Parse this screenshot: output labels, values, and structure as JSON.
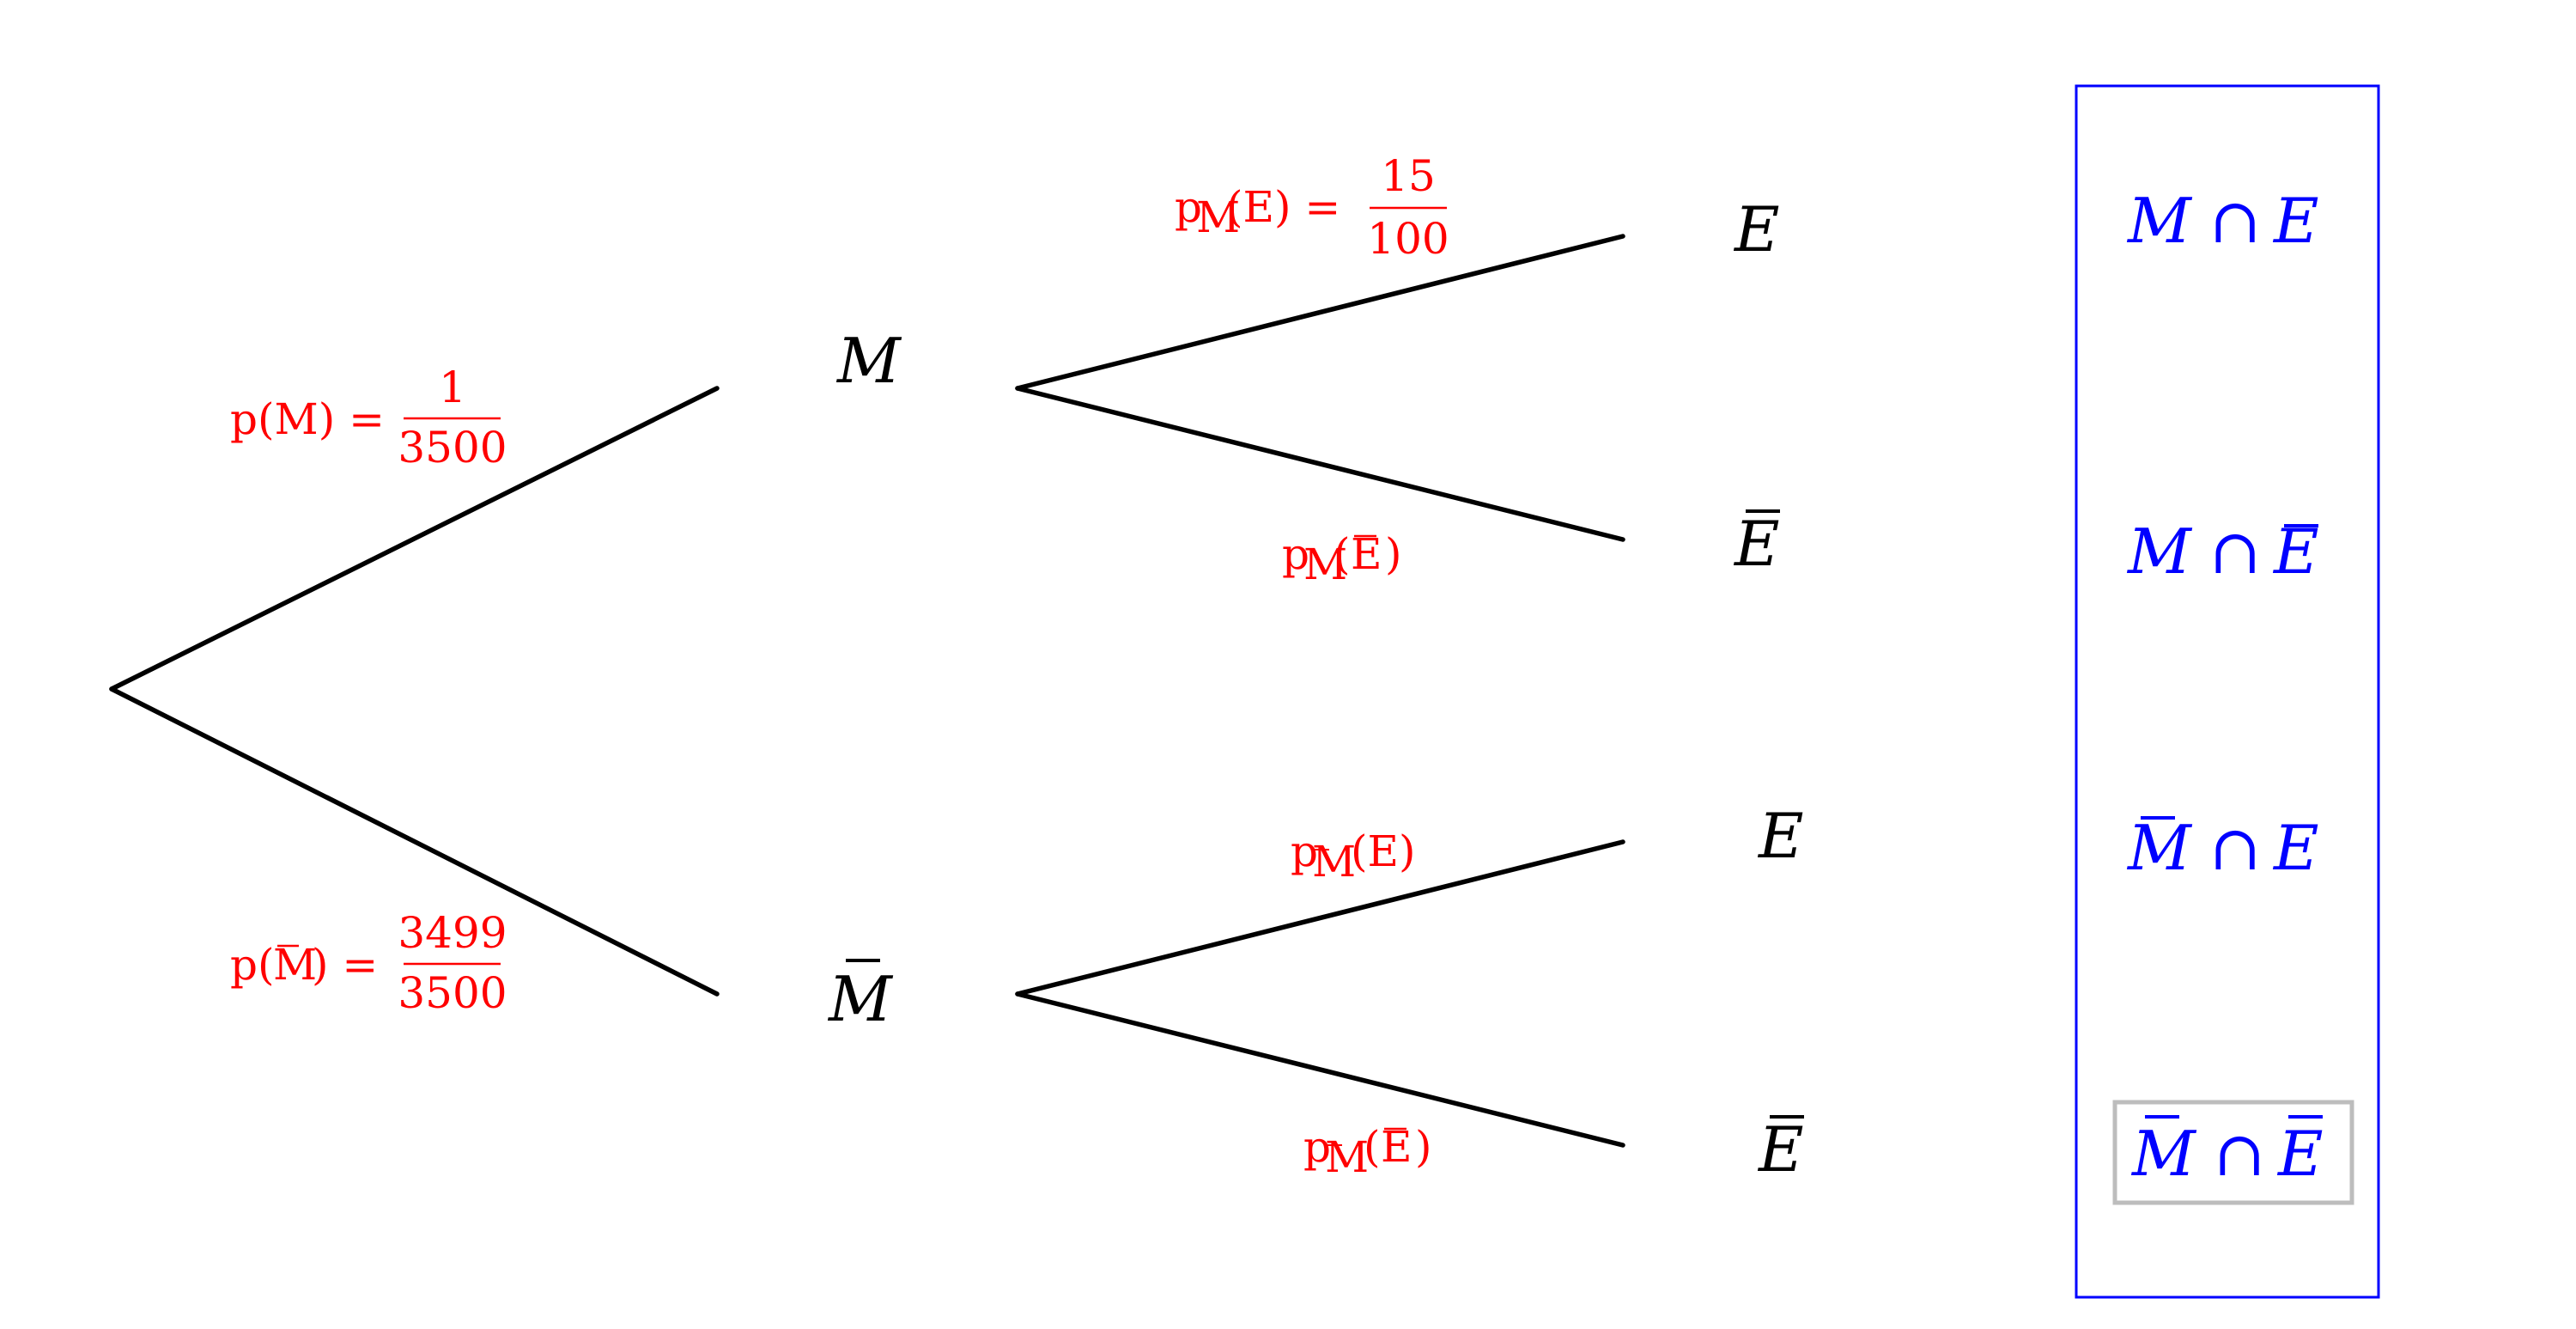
{
  "tree": {
    "level1": [
      {
        "name": "M",
        "bar": false
      },
      {
        "name": "M",
        "bar": true
      }
    ],
    "level2": [
      {
        "name": "E",
        "bar": false
      },
      {
        "name": "E",
        "bar": true
      },
      {
        "name": "E",
        "bar": false
      },
      {
        "name": "E",
        "bar": true
      }
    ]
  },
  "probabilities": {
    "p_M": {
      "lhs": "p(M) =",
      "num": "1",
      "den": "3500"
    },
    "p_notM": {
      "lhs_p": "p(",
      "lhs_var": "M",
      "lhs_close": ") =",
      "num": "3499",
      "den": "3500"
    },
    "pM_E": {
      "p": "p",
      "sub": "M",
      "arg": "(E) =",
      "num": "15",
      "den": "100"
    },
    "pM_notE": {
      "p": "p",
      "sub": "M",
      "open": "(",
      "var": "E",
      "close": ")"
    },
    "pnotM_E": {
      "p": "p",
      "sub": "M",
      "arg": "(E)"
    },
    "pnotM_notE": {
      "p": "p",
      "sub": "M",
      "open": "(",
      "var": "E",
      "close": ")"
    }
  },
  "outcomes": [
    {
      "left": "M",
      "left_bar": false,
      "op": "∩",
      "right": "E",
      "right_bar": false,
      "highlighted": false
    },
    {
      "left": "M",
      "left_bar": false,
      "op": "∩",
      "right": "E",
      "right_bar": true,
      "highlighted": false
    },
    {
      "left": "M",
      "left_bar": true,
      "op": "∩",
      "right": "E",
      "right_bar": false,
      "highlighted": false
    },
    {
      "left": "M",
      "left_bar": true,
      "op": "∩",
      "right": "E",
      "right_bar": true,
      "highlighted": true
    }
  ],
  "colors": {
    "branch": "#000000",
    "probability": "#ff0000",
    "outcome": "#0000ff",
    "highlight": "#bdbdbd"
  }
}
